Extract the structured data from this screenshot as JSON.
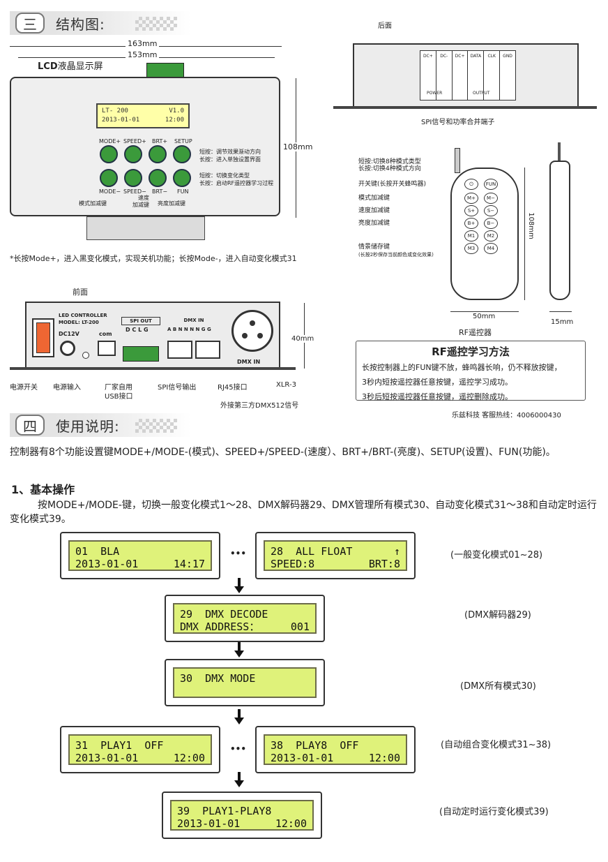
{
  "section3": {
    "num": "三",
    "title": "结构图:"
  },
  "top_diagram": {
    "dim_163": "163mm",
    "dim_153": "153mm",
    "lcd_label_bold": "LCD",
    "lcd_label_rest": "液晶显示屏",
    "lcd_line1_left": "LT- 200",
    "lcd_line1_right": "V1.0",
    "lcd_line2_left": "2013-01-01",
    "lcd_line2_right": "12:00",
    "btn_mode_plus": "MODE+",
    "btn_speed_plus": "SPEED+",
    "btn_brt_plus": "BRT+",
    "btn_setup": "SETUP",
    "btn_mode_minus": "MODE−",
    "btn_speed_minus": "SPEED−",
    "btn_brt_minus": "BRT−",
    "btn_fun": "FUN",
    "setup_note1": "短按：调节效果渐动方向",
    "setup_note2": "长按：进入单独设置界面",
    "fun_note1": "短按：切换变化类型",
    "fun_note2": "长按：启动RF遥控器学习过程",
    "mode_add_sub": "模式加减键",
    "speed_label": "速度",
    "speed_add_sub": "加减键",
    "brt_add_sub": "亮度加减键",
    "dim_108": "108mm",
    "note_longpress": "*长按Mode+，进入黑变化模式，实现关机功能；长按Mode-，进入自动变化模式31"
  },
  "back_panel": {
    "label": "后面",
    "terminals": [
      "DC+",
      "DC-",
      "DC+",
      "DATA",
      "CLK",
      "GND"
    ],
    "power_label": "POWER",
    "output_label": "OUTPUT",
    "caption": "SPI信号和功率合并端子"
  },
  "remote": {
    "note1": "短按:切换8种模式类型",
    "note2": "长按:切换4种模式方向",
    "power_key": "开关键(长按开关蜂鸣器)",
    "mode_key": "模式加减键",
    "speed_key": "速度加减键",
    "brt_key": "亮度加减键",
    "scene_key": "情景储存键",
    "scene_note": "(长按2秒保存当前颜色或变化效果)",
    "buttons": [
      "⏻",
      "FUN",
      "M+",
      "M−",
      "S+",
      "S−",
      "B+",
      "B−",
      "M1",
      "M2",
      "M3",
      "M4"
    ],
    "dim_108": "108mm",
    "dim_50": "50mm",
    "dim_15": "15mm",
    "caption": "RF遥控器"
  },
  "front_panel": {
    "label": "前面",
    "model1": "LED CONTROLLER",
    "model2": "MODEL: LT-200",
    "dc": "DC12V",
    "com": "com",
    "spi_out": "SPI OUT",
    "spi_pins": "D C L G",
    "dmx_in": "DMX IN",
    "dmx_pins": "A B N N N N G G",
    "dmx_in2": "DMX IN",
    "dim_40": "40mm",
    "lbl_power_switch": "电源开关",
    "lbl_power_in": "电源输入",
    "lbl_usb1": "厂家自用",
    "lbl_usb2": "USB接口",
    "lbl_spi": "SPI信号输出",
    "lbl_rj45": "RJ45接口",
    "lbl_xlr": "XLR-3",
    "lbl_dmx512": "外接第三方DMX512信号"
  },
  "rf_learn": {
    "title": "RF遥控学习方法",
    "line1": "长按控制器上的FUN键不放，蜂鸣器长响，仍不释放按键，",
    "line2": "3秒内短按遥控器任意按键，遥控学习成功。",
    "line3": "3秒后短按遥控器任意按键，遥控删除成功。"
  },
  "hotline": "乐兹科技 客服热线：4006000430",
  "section4": {
    "num": "四",
    "title": "使用说明:"
  },
  "intro": "控制器有8个功能设置键MODE+/MODE-(模式)、SPEED+/SPEED-(速度）、BRT+/BRT-(亮度)、SETUP(设置)、FUN(功能)。",
  "basic_title": "1、基本操作",
  "basic_desc": "按MODE+/MODE-键，切换一般变化模式1～28、DMX解码器29、DMX管理所有模式30、自动变化模式31～38和自动定时运行变化模式39。",
  "lcds": {
    "m01": {
      "l1a": "01  BLA",
      "l1b": "",
      "l2a": "2013-01-01",
      "l2b": "14:17"
    },
    "m28": {
      "l1a": "28  ALL FLOAT",
      "l1b": "↑",
      "l2a": "SPEED:8",
      "l2b": "BRT:8"
    },
    "m29": {
      "l1a": "29  DMX DECODE",
      "l1b": "",
      "l2a": "DMX ADDRESS：",
      "l2b": "001"
    },
    "m30": {
      "l1a": "30  DMX MODE",
      "l1b": "",
      "l2a": "",
      "l2b": ""
    },
    "m31": {
      "l1a": "31  PLAY1  OFF",
      "l1b": "",
      "l2a": "2013-01-01",
      "l2b": "12:00"
    },
    "m38": {
      "l1a": "38  PLAY8  OFF",
      "l1b": "",
      "l2a": "2013-01-01",
      "l2b": "12:00"
    },
    "m39": {
      "l1a": "39  PLAY1-PLAY8",
      "l1b": "",
      "l2a": "2013-01-01",
      "l2b": "12:00"
    }
  },
  "ellipsis": "•••",
  "captions": {
    "general": "(一般变化模式01~28)",
    "dmx29": "(DMX解码器29)",
    "dmx30": "(DMX所有模式30)",
    "auto": "(自动组合变化模式31~38)",
    "timed": "(自动定时运行变化模式39)"
  }
}
